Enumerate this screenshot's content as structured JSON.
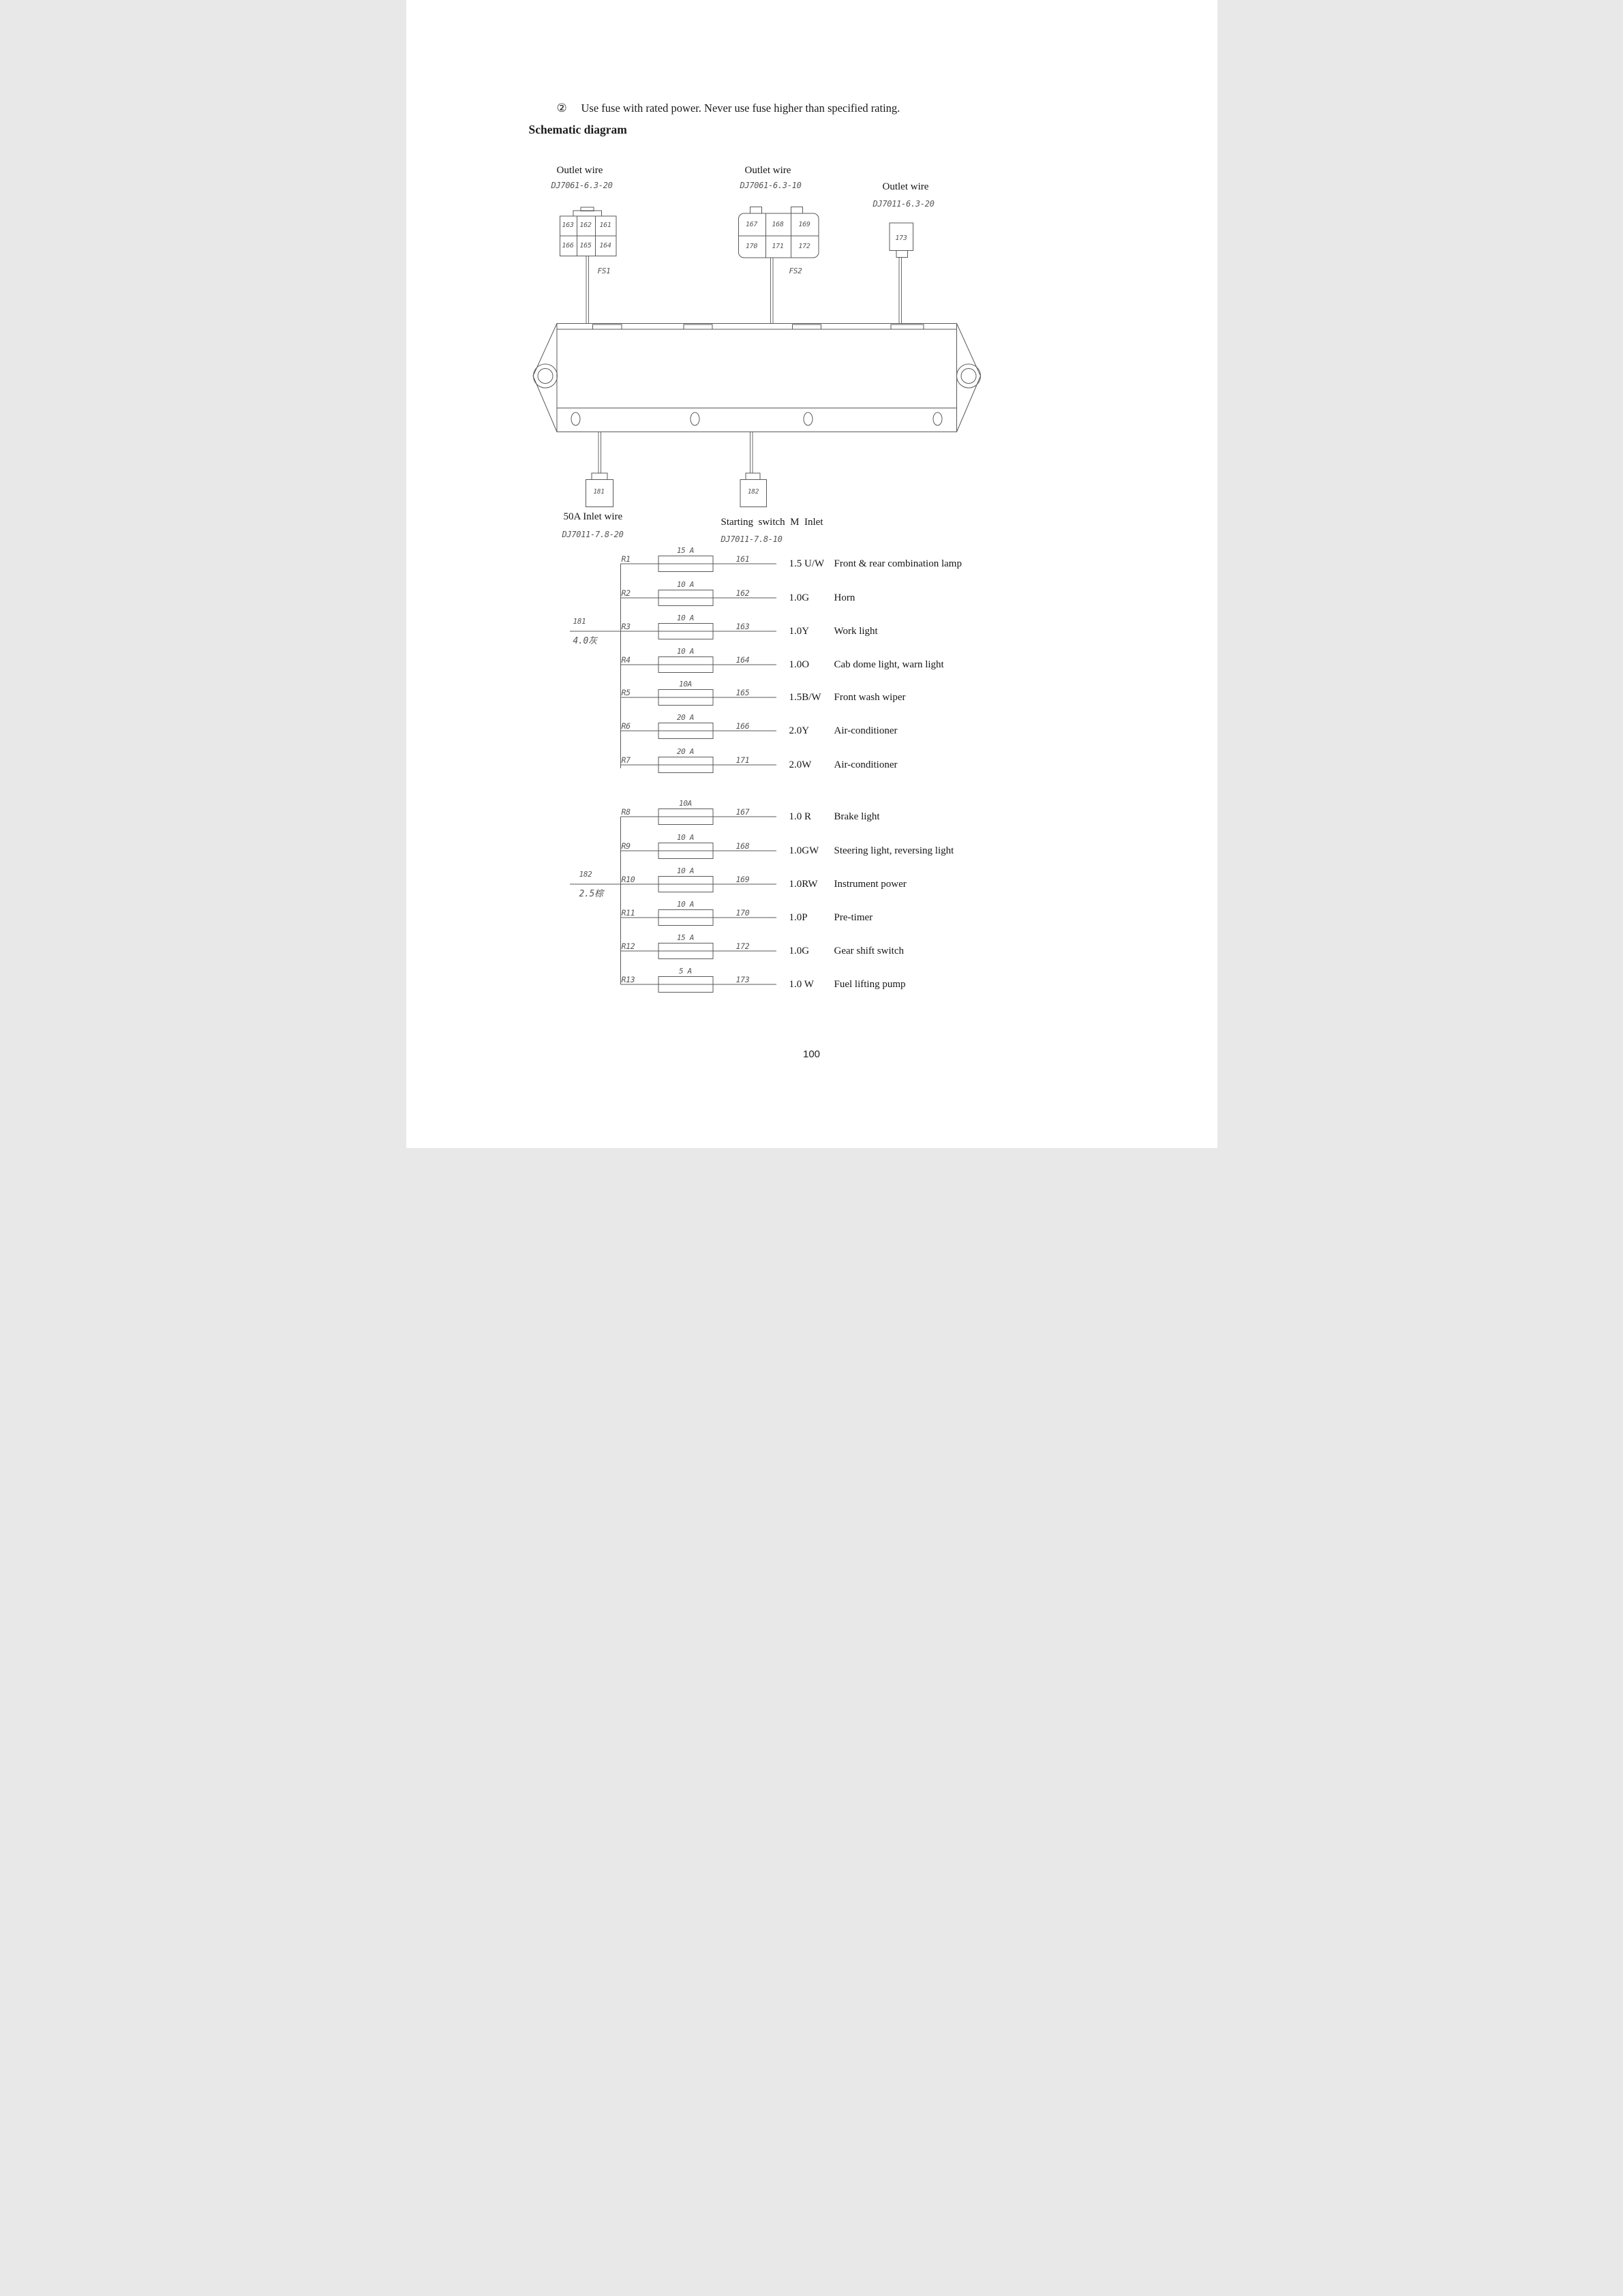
{
  "intro": {
    "bullet": "②",
    "text": "Use fuse with rated power. Never use fuse higher than specified rating.",
    "heading": "Schematic diagram"
  },
  "outlets": [
    {
      "title": "Outlet wire",
      "part": "DJ7061-6.3-20",
      "tag": "FS1",
      "cells": [
        [
          "163",
          "162",
          "161"
        ],
        [
          "166",
          "165",
          "164"
        ]
      ]
    },
    {
      "title": "Outlet wire",
      "part": "DJ7061-6.3-10",
      "tag": "FS2",
      "cells": [
        [
          "167",
          "168",
          "169"
        ],
        [
          "170",
          "171",
          "172"
        ]
      ]
    },
    {
      "title": "Outlet wire",
      "part": "DJ7011-6.3-20",
      "cell": "173"
    }
  ],
  "inlet_connectors": [
    {
      "id": "181"
    },
    {
      "id": "182"
    }
  ],
  "inlet_labels": [
    {
      "title": "50A Inlet wire",
      "part": "DJ7011-7.8-20"
    },
    {
      "title": "Starting  switch  M  Inlet",
      "part": "DJ7011-7.8-10"
    }
  ],
  "feeds": [
    {
      "id": "181",
      "wire": "4.0灰"
    },
    {
      "id": "182",
      "wire": "2.5棕"
    }
  ],
  "fuse_rows": [
    {
      "relay": "R1",
      "amp": "15 A",
      "wire_no": "161",
      "code": "1.5 U/W",
      "desc": "Front & rear combination lamp"
    },
    {
      "relay": "R2",
      "amp": "10 A",
      "wire_no": "162",
      "code": "1.0G",
      "desc": "Horn"
    },
    {
      "relay": "R3",
      "amp": "10 A",
      "wire_no": "163",
      "code": "1.0Y",
      "desc": "Work light"
    },
    {
      "relay": "R4",
      "amp": "10 A",
      "wire_no": "164",
      "code": "1.0O",
      "desc": "Cab dome light, warn light"
    },
    {
      "relay": "R5",
      "amp": "10A",
      "wire_no": "165",
      "code": "1.5B/W",
      "desc": "Front wash wiper"
    },
    {
      "relay": "R6",
      "amp": "20 A",
      "wire_no": "166",
      "code": "2.0Y",
      "desc": "Air-conditioner"
    },
    {
      "relay": "R7",
      "amp": "20 A",
      "wire_no": "171",
      "code": "2.0W",
      "desc": "Air-conditioner"
    },
    {
      "relay": "R8",
      "amp": "10A",
      "wire_no": "167",
      "code": "1.0 R",
      "desc": "Brake light"
    },
    {
      "relay": "R9",
      "amp": "10 A",
      "wire_no": "168",
      "code": "1.0GW",
      "desc": "Steering light, reversing light"
    },
    {
      "relay": "R10",
      "amp": "10 A",
      "wire_no": "169",
      "code": "1.0RW",
      "desc": "Instrument power"
    },
    {
      "relay": "R11",
      "amp": "10 A",
      "wire_no": "170",
      "code": "1.0P",
      "desc": "Pre-timer"
    },
    {
      "relay": "R12",
      "amp": "15 A",
      "wire_no": "172",
      "code": "1.0G",
      "desc": "Gear shift switch"
    },
    {
      "relay": "R13",
      "amp": "5 A",
      "wire_no": "173",
      "code": "1.0 W",
      "desc": "Fuel lifting pump"
    }
  ],
  "page_number": "100"
}
